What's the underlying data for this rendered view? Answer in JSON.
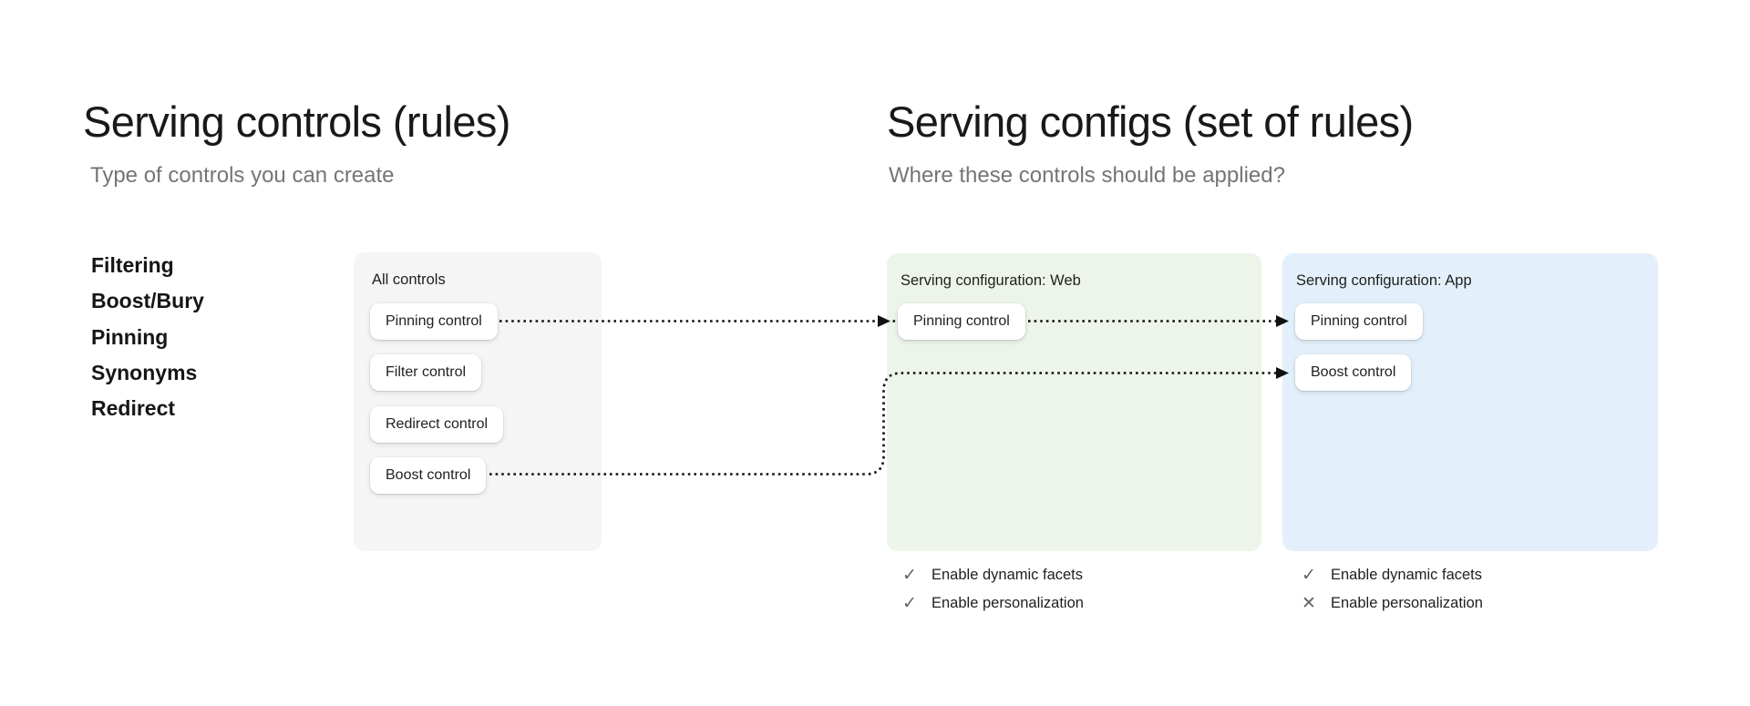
{
  "left_section": {
    "title": "Serving controls (rules)",
    "subtitle": "Type of controls you can create",
    "control_types": [
      "Filtering",
      "Boost/Bury",
      "Pinning",
      "Synonyms",
      "Redirect"
    ],
    "all_controls_card": {
      "label": "All controls",
      "controls": [
        "Pinning control",
        "Filter control",
        "Redirect control",
        "Boost control"
      ]
    }
  },
  "right_section": {
    "title": "Serving configs (set of rules)",
    "subtitle": "Where these controls should be applied?",
    "web_card": {
      "label": "Serving configuration: Web",
      "controls": [
        "Pinning control"
      ],
      "settings": [
        {
          "label": "Enable dynamic facets",
          "enabled": true
        },
        {
          "label": "Enable personalization",
          "enabled": true
        }
      ]
    },
    "app_card": {
      "label": "Serving configuration: App",
      "controls": [
        "Pinning control",
        "Boost control"
      ],
      "settings": [
        {
          "label": "Enable dynamic facets",
          "enabled": true
        },
        {
          "label": "Enable personalization",
          "enabled": false
        }
      ]
    }
  },
  "icons": {
    "check": "✓",
    "cross": "✕"
  },
  "colors": {
    "all_controls_card_bg": "#f5f5f5",
    "web_card_bg": "#edf5ea",
    "app_card_bg": "#e3f0fb",
    "connector": "#111111",
    "subtitle_text": "#757575",
    "setting_icon": "#5f6368"
  }
}
